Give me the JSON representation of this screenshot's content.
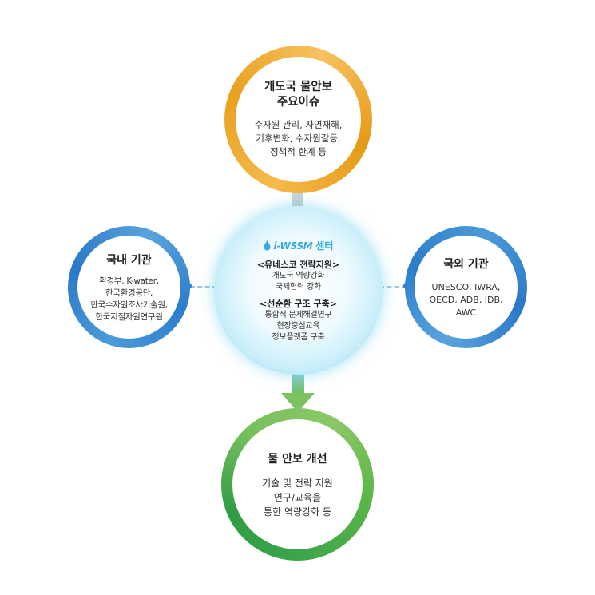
{
  "top": {
    "title_lines": [
      "개도국 물안보",
      "주요이슈"
    ],
    "body_lines": [
      "수자원 관리, 자연재해,",
      "기후변화, 수자원갈등,",
      "정책적 한계 등"
    ]
  },
  "left": {
    "title": "국내 기관",
    "body_lines": [
      "환경부, K-water,",
      "한국환경공단,",
      "한국수자원조사기술원,",
      "한국지질자원연구원"
    ]
  },
  "right": {
    "title": "국외 기관",
    "body_lines": [
      "UNESCO, IWRA,",
      "OECD, ADB, IDB,",
      "AWC"
    ]
  },
  "center": {
    "logo_text": "i-WSSM",
    "logo_suffix": "센터",
    "sections": [
      {
        "title": "<유네스코 전략지원>",
        "lines": [
          "개도국 역량강화",
          "국제협력 강화"
        ]
      },
      {
        "title": "<선순환 구조 구축>",
        "lines": [
          "통합적 문제해결연구",
          "현장중심교육",
          "정보플랫폼 구축"
        ]
      }
    ]
  },
  "bottom": {
    "title": "물 안보 개선",
    "body_lines": [
      "기술 및 전략 지원",
      "연구/교육을",
      "통한 역량강화 등"
    ]
  },
  "colors": {
    "orange": "#e8a11e",
    "blue": "#2b7ecb",
    "cyan": "#35a8e0",
    "green": "#3ea64a"
  }
}
